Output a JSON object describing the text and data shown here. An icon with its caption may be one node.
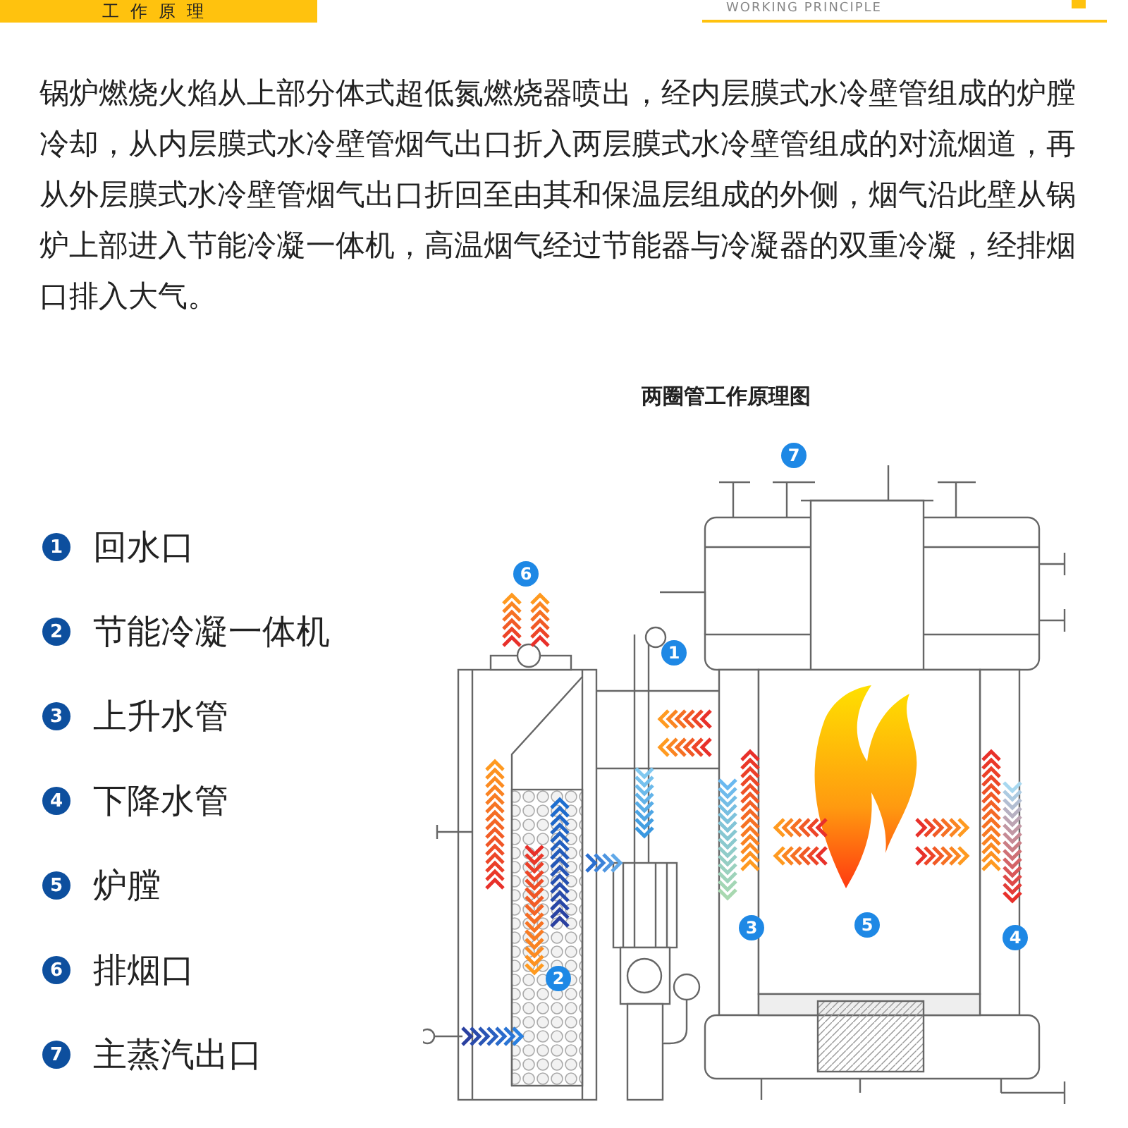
{
  "diagram": {
    "title": "两圈管工作原理图",
    "labels": [
      "工作原理",
      "WORKING PRINCIPLE",
      "锅炉燃烧火焰从上部分体式超低氮燃烧器喷出，经内层膜式水冷壁管组成的炉膛冷却，从内层膜式水冷壁管烟气出口折入两层膜式水冷壁管组成的对流烟道，再从外层膜式水冷壁管烟气出口折回至由其和保温层组成的外侧，烟气沿此壁从锅炉上部进入节能冷凝一体机，高温烟气经过节能器与冷凝器的双重冷凝，经排烟口排入大气。",
      "1",
      "回水口",
      "2",
      "节能冷凝一体机",
      "3",
      "上升水管",
      "4",
      "下降水管",
      "5",
      "炉膛",
      "6",
      "排烟口",
      "7",
      "主蒸汽出口",
      "7",
      "6",
      "1",
      "3",
      "5",
      "4",
      "2"
    ]
  }
}
